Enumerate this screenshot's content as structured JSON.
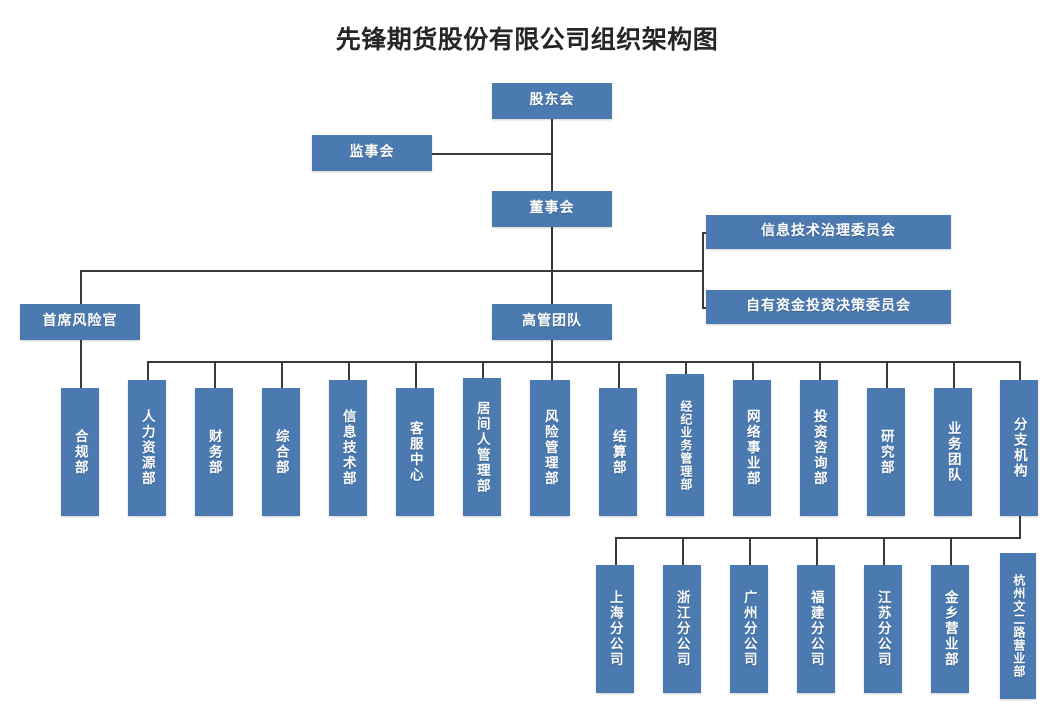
{
  "title": "先锋期货股份有限公司组织架构图",
  "colors": {
    "node_fill": "#4a7ab0",
    "node_text": "#ffffff",
    "connector": "#3a3a3a",
    "title_text": "#262626",
    "background": "#ffffff"
  },
  "governance": {
    "shareholders": "股东会",
    "supervisory_board": "监事会",
    "board_of_directors": "董事会"
  },
  "committees": [
    {
      "label": "信息技术治理委员会"
    },
    {
      "label": "自有资金投资决策委员会"
    }
  ],
  "leadership": {
    "chief_risk_officer": "首席风险官",
    "executive_team": "高管团队"
  },
  "departments": [
    {
      "label": "合规部"
    },
    {
      "label": "人力资源部"
    },
    {
      "label": "财务部"
    },
    {
      "label": "综合部"
    },
    {
      "label": "信息技术部"
    },
    {
      "label": "客服中心"
    },
    {
      "label": "居间人管理部"
    },
    {
      "label": "风险管理部"
    },
    {
      "label": "结算部"
    },
    {
      "label": "经纪业务管理部"
    },
    {
      "label": "网络事业部"
    },
    {
      "label": "投资咨询部"
    },
    {
      "label": "研究部"
    },
    {
      "label": "业务团队"
    },
    {
      "label": "分支机构"
    }
  ],
  "branches": [
    {
      "label": "上海分公司"
    },
    {
      "label": "浙江分公司"
    },
    {
      "label": "广州分公司"
    },
    {
      "label": "福建分公司"
    },
    {
      "label": "江苏分公司"
    },
    {
      "label": "金乡营业部"
    },
    {
      "label": "杭州文二路营业部"
    }
  ]
}
